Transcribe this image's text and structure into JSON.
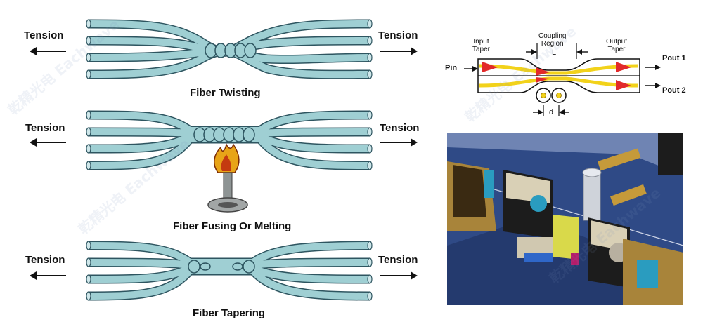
{
  "panels": {
    "twisting": {
      "left_label": "Tension",
      "right_label": "Tension",
      "caption": "Fiber Twisting"
    },
    "fusing": {
      "left_label": "Tension",
      "right_label": "Tension",
      "caption": "Fiber Fusing Or Melting"
    },
    "tapering": {
      "left_label": "Tension",
      "right_label": "Tension",
      "caption": "Fiber Tapering"
    }
  },
  "coupler": {
    "input_taper": "Input\nTaper",
    "coupling_region": "Coupling\nRegion",
    "length": "L",
    "output_taper": "Output\nTaper",
    "pin": "Pin",
    "pout1": "Pout 1",
    "pout2": "Pout 2",
    "separation": "d"
  },
  "watermark": "乾精光电 Eachwave",
  "colors": {
    "fiber_fill": "#9fcfd3",
    "fiber_stroke": "#2e5560",
    "light_ray": "#f2d21a",
    "arrowhead": "#e22a2a",
    "machine_bg": "#2f4a86"
  }
}
